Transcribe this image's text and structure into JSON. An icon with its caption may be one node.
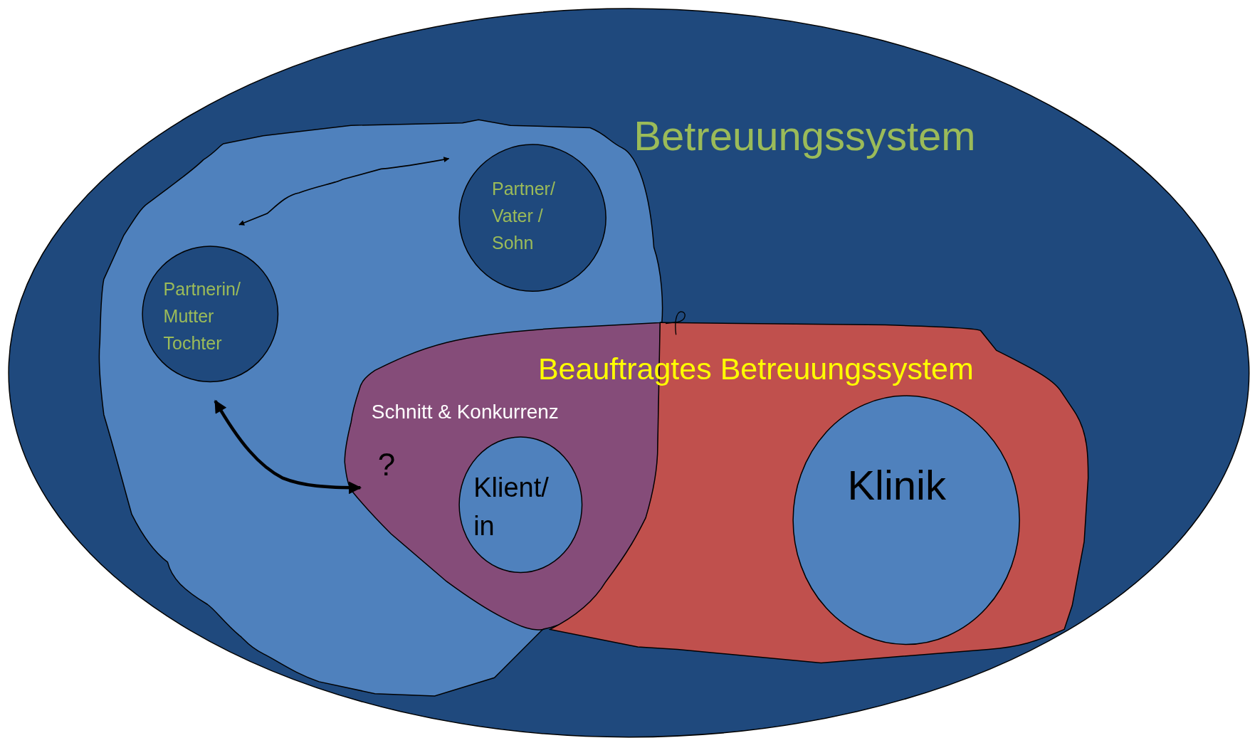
{
  "diagram": {
    "nodes": [
      {
        "text": [
          "Betreuungssystem"
        ]
      },
      {
        "text": [],
        "shape": "cloud",
        "in": 0
      },
      {
        "text": [
          "Partnerin/ Mutter Tochter"
        ],
        "in": 1
      },
      {
        "text": [
          "Partner/ Vater / Sohn"
        ],
        "in": 1
      },
      {
        "text": [
          "Beauftragtes Betreuungssystem"
        ],
        "in": 0
      },
      {
        "text": [
          "Schnitt & Konkurrenz",
          "?"
        ],
        "in": 1
      },
      {
        "text": [
          "Klient/ in"
        ],
        "in": 5
      },
      {
        "text": [
          "Klinik"
        ],
        "in": 4
      }
    ],
    "edges": [
      {
        "from": 2,
        "to": 3,
        "arrow": "both"
      },
      {
        "from": 2,
        "to": 5,
        "arrow": "both",
        "style": "thick"
      }
    ]
  }
}
